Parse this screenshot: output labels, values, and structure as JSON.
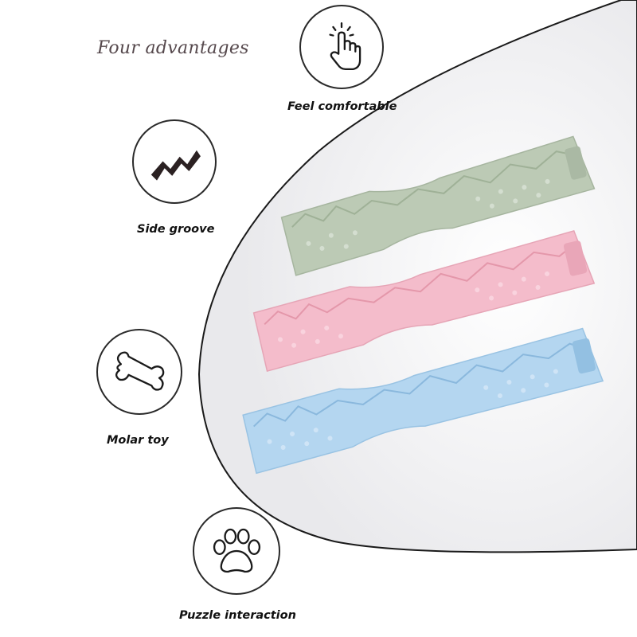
{
  "heading": "Four advantages",
  "features": [
    {
      "label": "Feel comfortable",
      "icon": "hand-touch-icon"
    },
    {
      "label": "Side groove",
      "icon": "zigzag-groove-icon"
    },
    {
      "label": "Molar toy",
      "icon": "bone-icon"
    },
    {
      "label": "Puzzle interaction",
      "icon": "paw-print-icon"
    }
  ],
  "products": [
    {
      "color_name": "green",
      "color": "#bccab5"
    },
    {
      "color_name": "pink",
      "color": "#f4bccb"
    },
    {
      "color_name": "blue",
      "color": "#b4d6f0"
    }
  ]
}
